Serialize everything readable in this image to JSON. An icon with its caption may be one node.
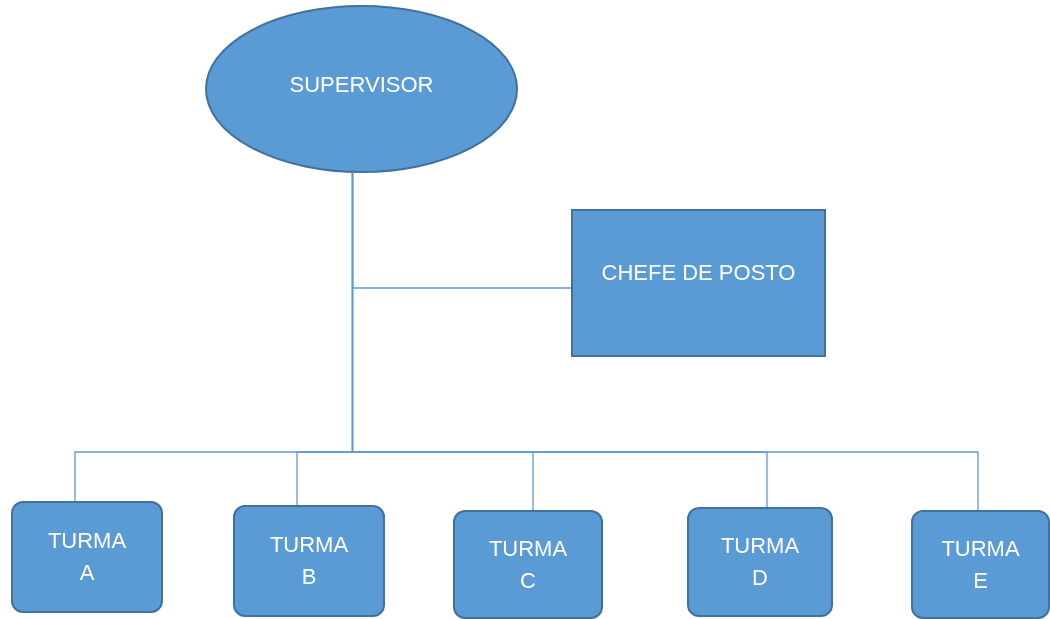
{
  "diagram": {
    "nodes": [
      {
        "text": [
          "SUPERVISOR"
        ]
      },
      {
        "text": [
          "CHEFE DE POSTO"
        ]
      },
      {
        "text": [
          "TURMA A"
        ]
      },
      {
        "text": [
          "TURMA B"
        ]
      },
      {
        "text": [
          "TURMA C"
        ]
      },
      {
        "text": [
          "TURMA D"
        ]
      },
      {
        "text": [
          "TURMA E"
        ]
      }
    ],
    "edges": [
      {
        "from": 0,
        "to": 1,
        "arrow": "none"
      },
      {
        "from": 0,
        "to": 2,
        "arrow": "none"
      },
      {
        "from": 0,
        "to": 3,
        "arrow": "none"
      },
      {
        "from": 0,
        "to": 4,
        "arrow": "none"
      },
      {
        "from": 0,
        "to": 5,
        "arrow": "none"
      },
      {
        "from": 0,
        "to": 6,
        "arrow": "none"
      }
    ]
  }
}
